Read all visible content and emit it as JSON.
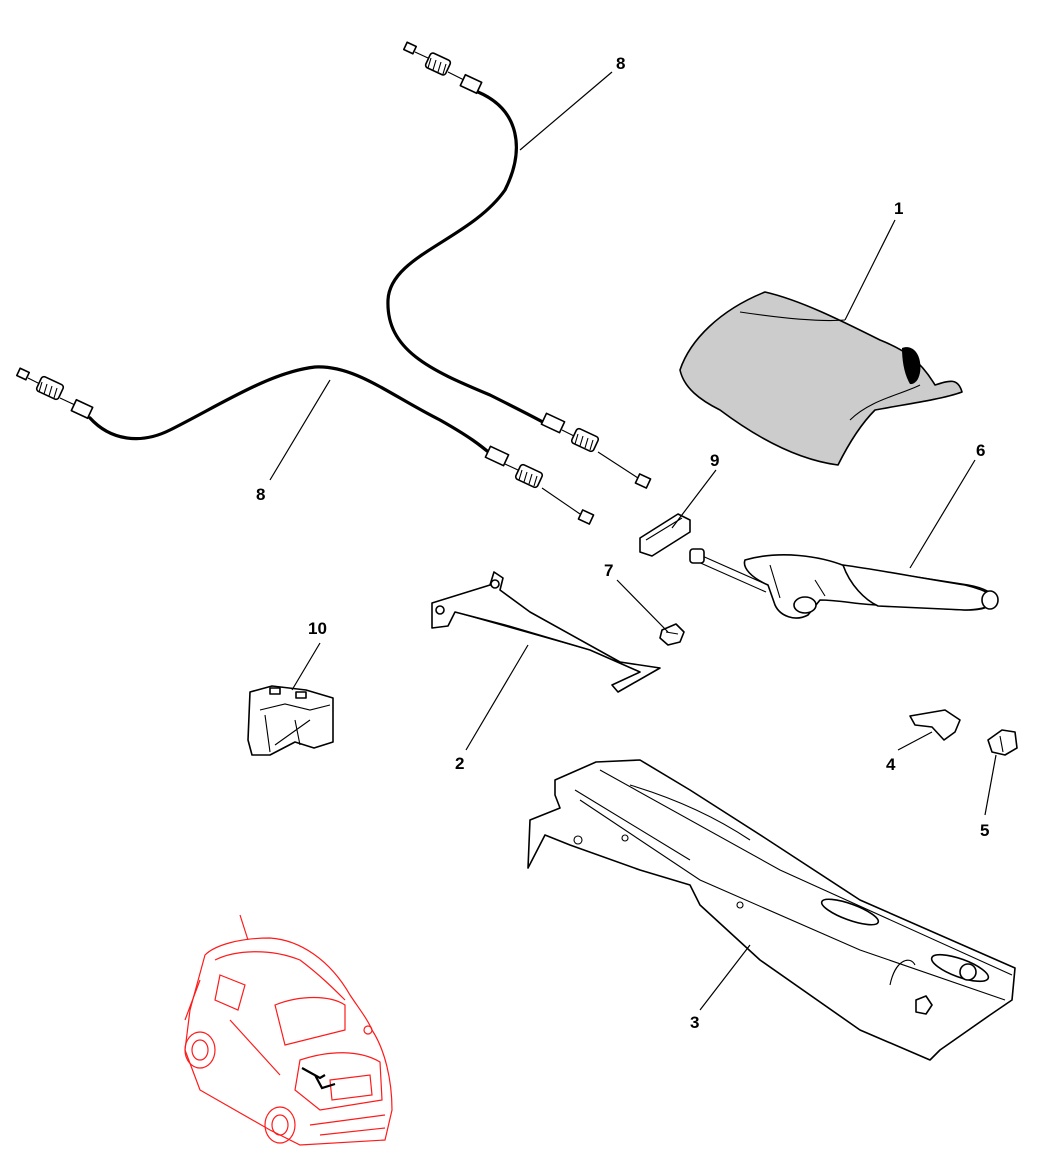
{
  "diagram": {
    "callouts": [
      {
        "id": "1",
        "text": "1"
      },
      {
        "id": "2",
        "text": "2"
      },
      {
        "id": "3",
        "text": "3"
      },
      {
        "id": "4",
        "text": "4"
      },
      {
        "id": "5",
        "text": "5"
      },
      {
        "id": "6",
        "text": "6"
      },
      {
        "id": "7",
        "text": "7"
      },
      {
        "id": "8a",
        "text": "8"
      },
      {
        "id": "8b",
        "text": "8"
      },
      {
        "id": "9",
        "text": "9"
      },
      {
        "id": "10",
        "text": "10"
      }
    ],
    "colors": {
      "line": "#000000",
      "boot_fill": "#cccccc",
      "locator_car": "#ff1a1a"
    }
  }
}
